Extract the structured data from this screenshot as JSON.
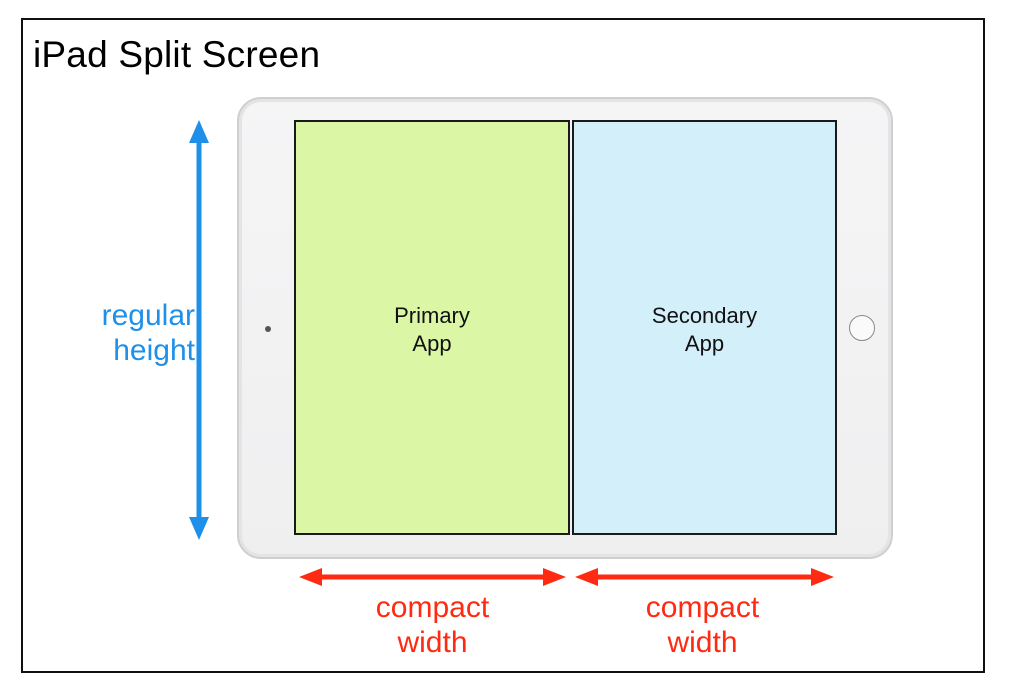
{
  "title": "iPad Split Screen",
  "panes": {
    "primary": {
      "label": "Primary\nApp",
      "color": "#dbf7a5"
    },
    "secondary": {
      "label": "Secondary\nApp",
      "color": "#d3effa"
    }
  },
  "annotations": {
    "height": {
      "label": "regular\nheight",
      "color": "#1e90ea"
    },
    "width_left": {
      "label": "compact\nwidth",
      "color": "#ff2a12"
    },
    "width_right": {
      "label": "compact\nwidth",
      "color": "#ff2a12"
    }
  }
}
